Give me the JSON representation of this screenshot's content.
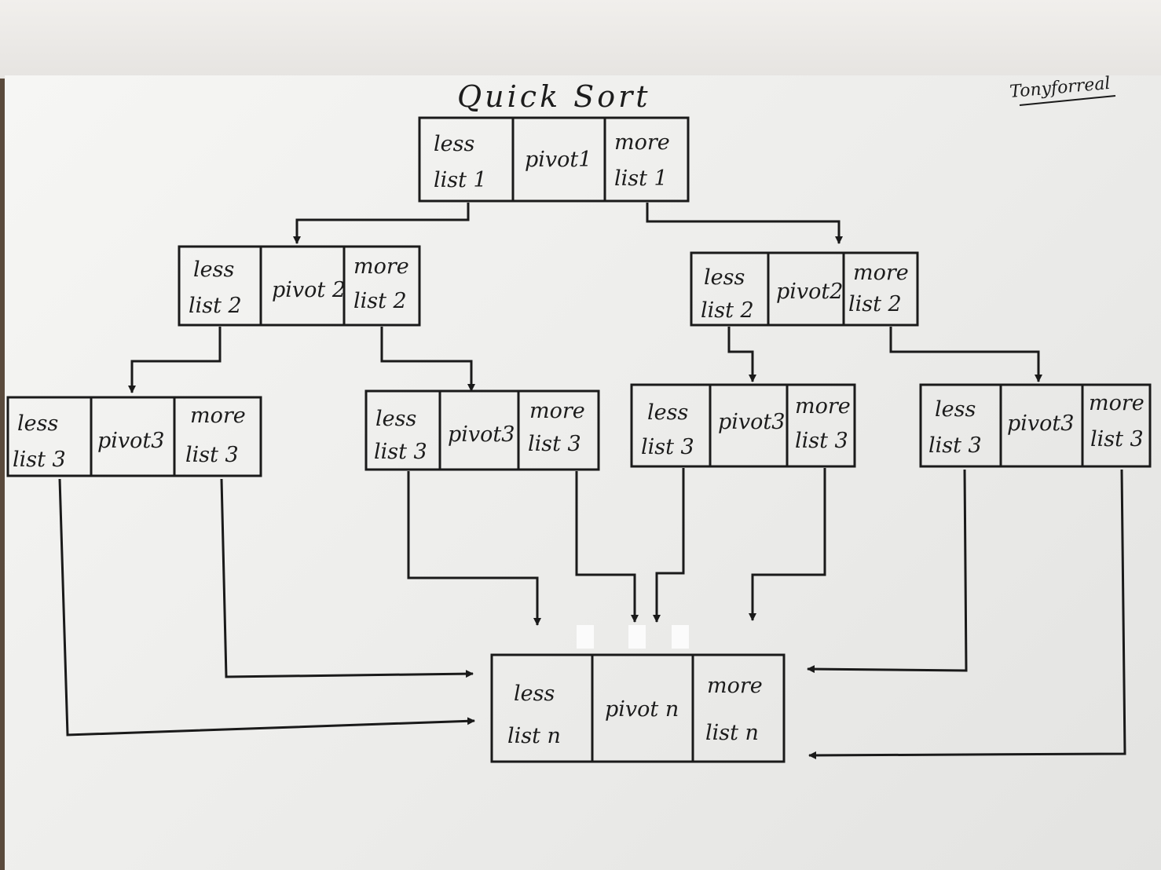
{
  "title": "Quick Sort",
  "signature": "Tonyforreal",
  "nodes": {
    "root": {
      "less": [
        "less",
        "list 1"
      ],
      "pivot": [
        "pivot1"
      ],
      "more": [
        "more",
        "list 1"
      ]
    },
    "l2a": {
      "less": [
        "less",
        "list 2"
      ],
      "pivot": [
        "pivot 2"
      ],
      "more": [
        "more",
        "list 2"
      ]
    },
    "l2b": {
      "less": [
        "less",
        "list 2"
      ],
      "pivot": [
        "pivot2"
      ],
      "more": [
        "more",
        "list 2"
      ]
    },
    "l3a": {
      "less": [
        "less",
        "list 3"
      ],
      "pivot": [
        "pivot3"
      ],
      "more": [
        "more",
        "list 3"
      ]
    },
    "l3b": {
      "less": [
        "less",
        "list 3"
      ],
      "pivot": [
        "pivot3"
      ],
      "more": [
        "more",
        "list 3"
      ]
    },
    "l3c": {
      "less": [
        "less",
        "list 3"
      ],
      "pivot": [
        "pivot3"
      ],
      "more": [
        "more",
        "list 3"
      ]
    },
    "l3d": {
      "less": [
        "less",
        "list 3"
      ],
      "pivot": [
        "pivot3"
      ],
      "more": [
        "more",
        "list 3"
      ]
    },
    "final": {
      "less": [
        "less",
        "list n"
      ],
      "pivot": [
        "pivot n"
      ],
      "more": [
        "more",
        "list n"
      ]
    }
  }
}
